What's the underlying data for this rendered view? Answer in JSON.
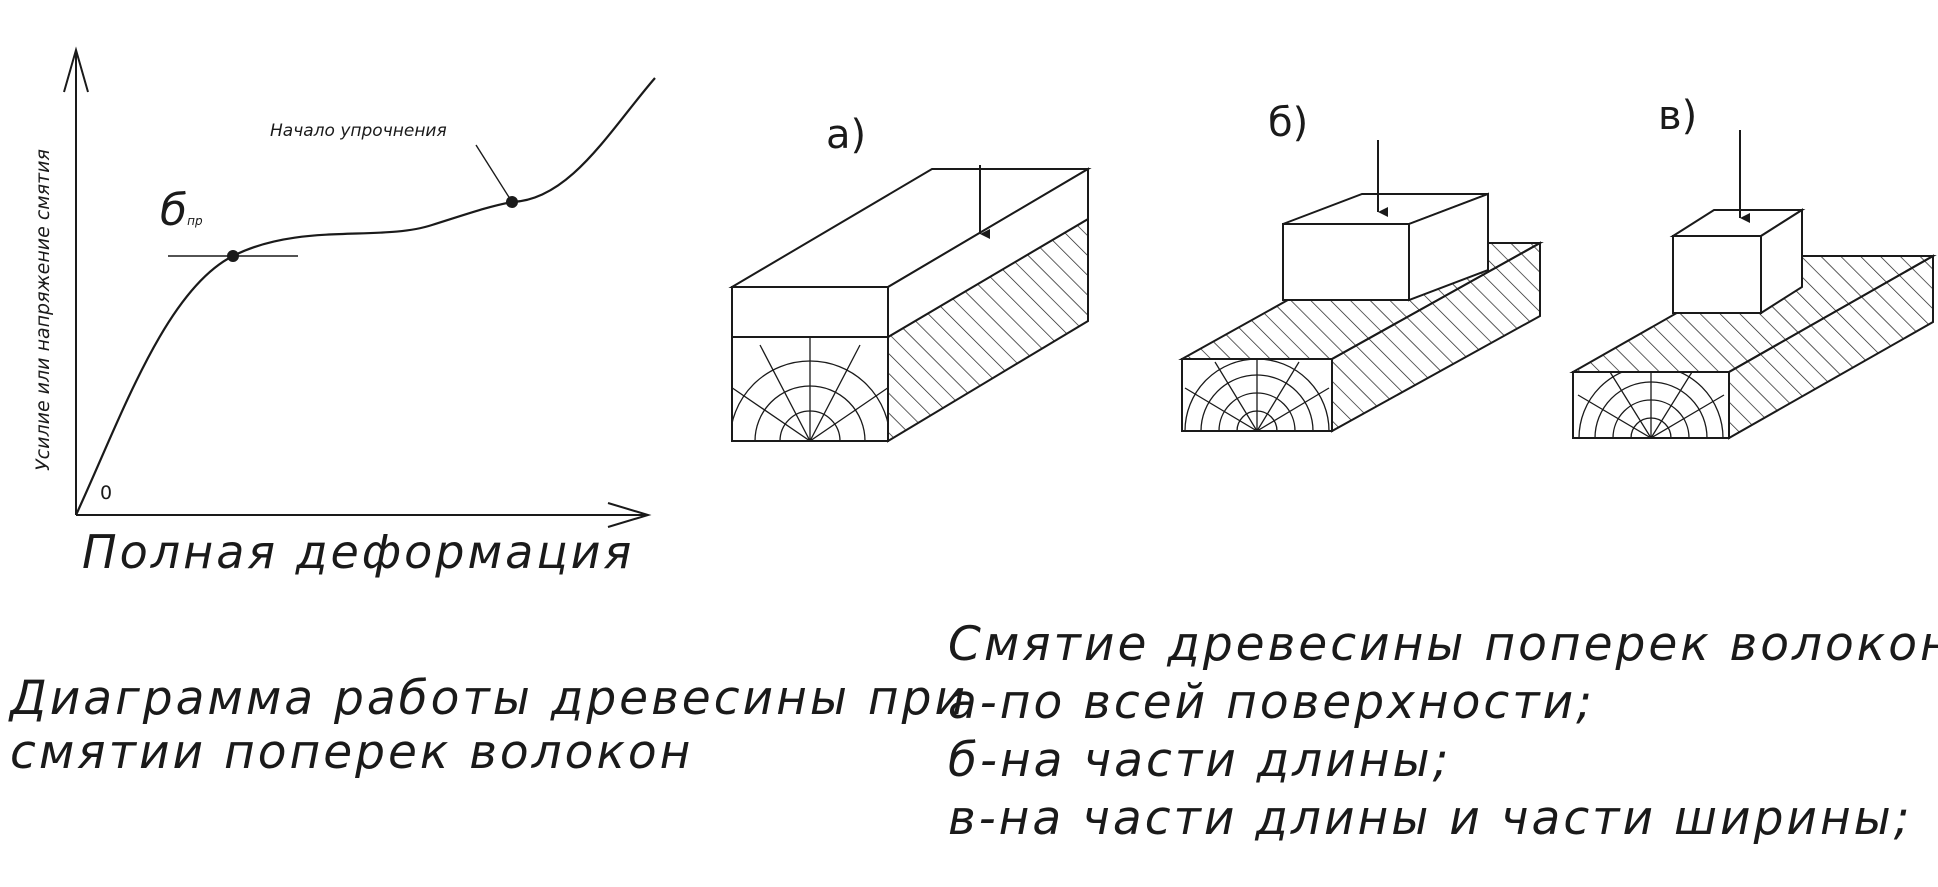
{
  "graph": {
    "yaxis_label": "Усилие или напряжение смятия",
    "xaxis_label": "Полная деформация",
    "origin_label": "0",
    "yield_symbol": "б",
    "yield_subscript": "пр",
    "hardening_label": "Начало упрочнения",
    "caption_lines": [
      "Диаграмма работы древесины при",
      "смятии поперек волокон"
    ]
  },
  "views": {
    "a_label": "а)",
    "b_label": "б)",
    "v_label": "в)"
  },
  "right_caption": {
    "title": "Смятие древесины поперек волокон",
    "lines": [
      "а-по всей поверхности;",
      "б-на части длины;",
      "в-на части длины и части ширины;"
    ]
  },
  "colors": {
    "ink": "#1a1a1a",
    "paper": "#ffffff"
  }
}
